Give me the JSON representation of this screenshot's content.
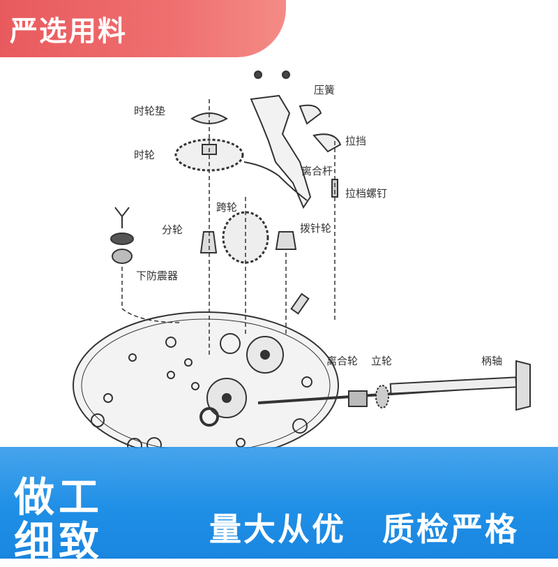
{
  "banner": {
    "title": "严选用料"
  },
  "diagram": {
    "labels": {
      "spring": "压簧",
      "hour_wheel_cover": "时轮垫",
      "pull_block": "拉挡",
      "hour_wheel": "时轮",
      "clutch_lever": "离合杆",
      "pull_block_screw": "拉档螺钉",
      "transmission_wheel": "跨轮",
      "minute_wheel": "分轮",
      "setting_wheel": "拨针轮",
      "lower_shock_absorber": "下防震器",
      "clutch_wheel": "离合轮",
      "crown_wheel": "立轮",
      "stem": "柄轴"
    }
  },
  "footer": {
    "line1": "做工",
    "line2": "细致",
    "slogan1": "量大从优",
    "slogan2": "质检严格"
  }
}
